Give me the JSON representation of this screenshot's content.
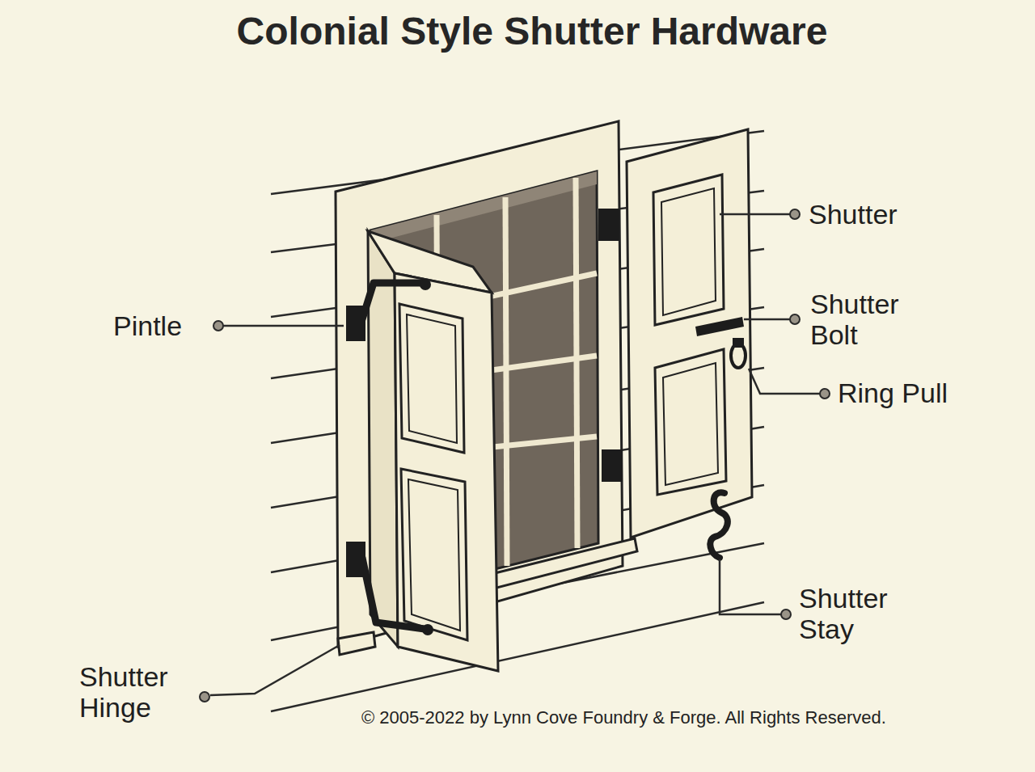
{
  "diagram": {
    "title": "Colonial Style Shutter Hardware",
    "caption": "© 2005-2022 by Lynn Cove Foundry & Forge. All Rights Reserved.",
    "labels": [
      "Shutter",
      "Shutter Bolt",
      "Ring Pull",
      "Pintle",
      "Shutter Stay",
      "Shutter Hinge"
    ]
  }
}
